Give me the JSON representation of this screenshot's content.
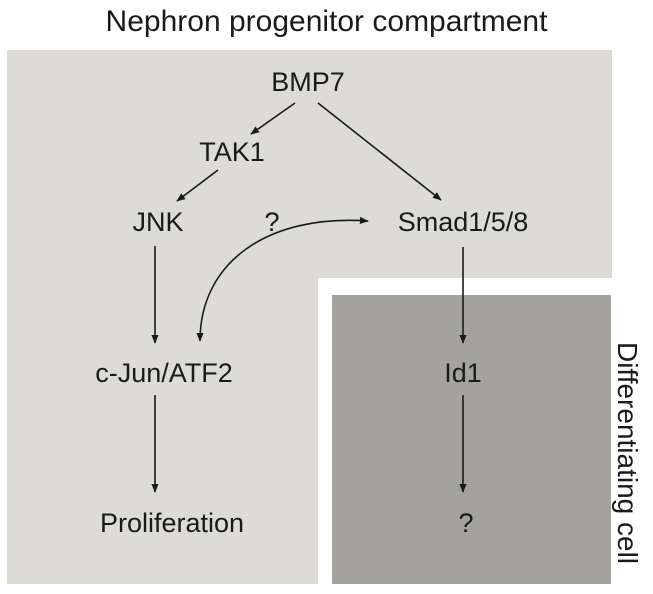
{
  "title": "Nephron progenitor compartment",
  "side_label": "Differentiating cell",
  "colors": {
    "progenitor_region": "#dcdcd5",
    "differentiating_region": "#a3a39c",
    "arrow": "#1a1a1a",
    "text": "#1a1a1a"
  },
  "nodes": {
    "bmp7": "BMP7",
    "tak1": "TAK1",
    "jnk": "JNK",
    "smad": "Smad1/5/8",
    "cjun": "c-Jun/ATF2",
    "id1": "Id1",
    "proliferation": "Proliferation",
    "unknown_downstream": "?",
    "unknown_link": "?"
  },
  "edges": [
    {
      "from": "BMP7",
      "to": "TAK1"
    },
    {
      "from": "BMP7",
      "to": "Smad1/5/8"
    },
    {
      "from": "TAK1",
      "to": "JNK"
    },
    {
      "from": "JNK",
      "to": "c-Jun/ATF2"
    },
    {
      "from": "Smad1/5/8",
      "to": "c-Jun/ATF2",
      "bidirectional": true,
      "label": "?"
    },
    {
      "from": "Smad1/5/8",
      "to": "Id1"
    },
    {
      "from": "c-Jun/ATF2",
      "to": "Proliferation"
    },
    {
      "from": "Id1",
      "to": "?"
    }
  ]
}
